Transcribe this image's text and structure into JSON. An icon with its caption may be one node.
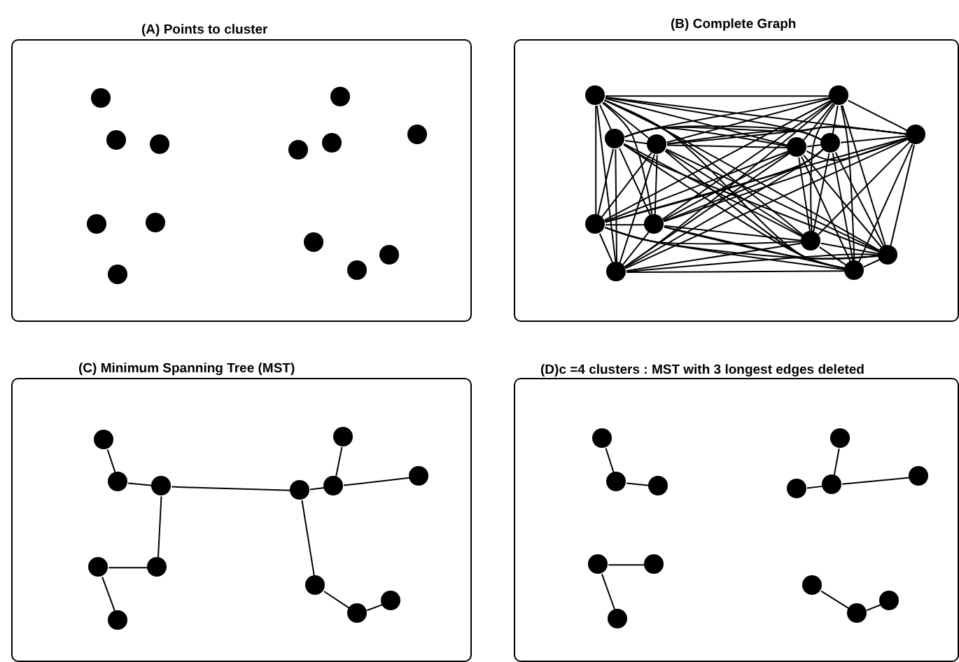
{
  "diagram": {
    "nodes": [
      {
        "text": [
          "(A) Points to cluster"
        ]
      },
      {
        "text": [],
        "shape": "circle",
        "in": 0
      },
      {
        "text": [],
        "shape": "circle",
        "in": 0
      },
      {
        "text": [],
        "shape": "circle",
        "in": 0
      },
      {
        "text": [],
        "shape": "circle",
        "in": 0
      },
      {
        "text": [],
        "shape": "circle",
        "in": 0
      },
      {
        "text": [],
        "shape": "circle",
        "in": 0
      },
      {
        "text": [],
        "shape": "circle",
        "in": 0
      },
      {
        "text": [],
        "shape": "circle",
        "in": 0
      },
      {
        "text": [],
        "shape": "circle",
        "in": 0
      },
      {
        "text": [],
        "shape": "circle",
        "in": 0
      },
      {
        "text": [],
        "shape": "circle",
        "in": 0
      },
      {
        "text": [],
        "shape": "circle",
        "in": 0
      },
      {
        "text": [],
        "shape": "circle",
        "in": 0
      },
      {
        "text": [
          "(B) Complete Graph"
        ]
      },
      {
        "text": [],
        "shape": "circle",
        "in": 14
      },
      {
        "text": [],
        "shape": "circle",
        "in": 14
      },
      {
        "text": [],
        "shape": "circle",
        "in": 14
      },
      {
        "text": [],
        "shape": "circle",
        "in": 14
      },
      {
        "text": [],
        "shape": "circle",
        "in": 14
      },
      {
        "text": [],
        "shape": "circle",
        "in": 14
      },
      {
        "text": [],
        "shape": "circle",
        "in": 14
      },
      {
        "text": [],
        "shape": "circle",
        "in": 14
      },
      {
        "text": [],
        "shape": "circle",
        "in": 14
      },
      {
        "text": [],
        "shape": "circle",
        "in": 14
      },
      {
        "text": [],
        "shape": "circle",
        "in": 14
      },
      {
        "text": [],
        "shape": "circle",
        "in": 14
      },
      {
        "text": [],
        "shape": "circle",
        "in": 14
      },
      {
        "text": [
          "(C) Minimum Spanning Tree (MST)"
        ]
      },
      {
        "text": [],
        "shape": "circle",
        "in": 28
      },
      {
        "text": [],
        "shape": "circle",
        "in": 28
      },
      {
        "text": [],
        "shape": "circle",
        "in": 28
      },
      {
        "text": [],
        "shape": "circle",
        "in": 28
      },
      {
        "text": [],
        "shape": "circle",
        "in": 28
      },
      {
        "text": [],
        "shape": "circle",
        "in": 28
      },
      {
        "text": [],
        "shape": "circle",
        "in": 28
      },
      {
        "text": [],
        "shape": "circle",
        "in": 28
      },
      {
        "text": [],
        "shape": "circle",
        "in": 28
      },
      {
        "text": [],
        "shape": "circle",
        "in": 28
      },
      {
        "text": [],
        "shape": "circle",
        "in": 28
      },
      {
        "text": [],
        "shape": "circle",
        "in": 28
      },
      {
        "text": [],
        "shape": "circle",
        "in": 28
      },
      {
        "text": [
          "(D)c =4 clusters : MST with 3 longest edges deleted"
        ]
      },
      {
        "text": [],
        "shape": "circle",
        "in": 42
      },
      {
        "text": [],
        "shape": "circle",
        "in": 42
      },
      {
        "text": [],
        "shape": "circle",
        "in": 42
      },
      {
        "text": [],
        "shape": "circle",
        "in": 42
      },
      {
        "text": [],
        "shape": "circle",
        "in": 42
      },
      {
        "text": [],
        "shape": "circle",
        "in": 42
      },
      {
        "text": [],
        "shape": "circle",
        "in": 42
      },
      {
        "text": [],
        "shape": "circle",
        "in": 42
      },
      {
        "text": [],
        "shape": "circle",
        "in": 42
      },
      {
        "text": [],
        "shape": "circle",
        "in": 42
      },
      {
        "text": [],
        "shape": "circle",
        "in": 42
      },
      {
        "text": [],
        "shape": "circle",
        "in": 42
      },
      {
        "text": [],
        "shape": "circle",
        "in": 42
      }
    ],
    "edges": [
      {
        "from": 15,
        "to": 16,
        "arrow": "none"
      },
      {
        "from": 15,
        "to": 17,
        "arrow": "none"
      },
      {
        "from": 15,
        "to": 18,
        "arrow": "none"
      },
      {
        "from": 15,
        "to": 19,
        "arrow": "none"
      },
      {
        "from": 15,
        "to": 20,
        "arrow": "none"
      },
      {
        "from": 15,
        "to": 21,
        "arrow": "none"
      },
      {
        "from": 15,
        "to": 22,
        "arrow": "none"
      },
      {
        "from": 15,
        "to": 23,
        "arrow": "none"
      },
      {
        "from": 15,
        "to": 24,
        "arrow": "none"
      },
      {
        "from": 15,
        "to": 25,
        "arrow": "none"
      },
      {
        "from": 15,
        "to": 26,
        "arrow": "none"
      },
      {
        "from": 15,
        "to": 27,
        "arrow": "none"
      },
      {
        "from": 16,
        "to": 17,
        "arrow": "none"
      },
      {
        "from": 16,
        "to": 18,
        "arrow": "none"
      },
      {
        "from": 16,
        "to": 19,
        "arrow": "none"
      },
      {
        "from": 16,
        "to": 20,
        "arrow": "none"
      },
      {
        "from": 16,
        "to": 21,
        "arrow": "none"
      },
      {
        "from": 16,
        "to": 22,
        "arrow": "none"
      },
      {
        "from": 16,
        "to": 23,
        "arrow": "none"
      },
      {
        "from": 16,
        "to": 24,
        "arrow": "none"
      },
      {
        "from": 16,
        "to": 25,
        "arrow": "none"
      },
      {
        "from": 16,
        "to": 26,
        "arrow": "none"
      },
      {
        "from": 16,
        "to": 27,
        "arrow": "none"
      },
      {
        "from": 17,
        "to": 18,
        "arrow": "none"
      },
      {
        "from": 17,
        "to": 19,
        "arrow": "none"
      },
      {
        "from": 17,
        "to": 20,
        "arrow": "none"
      },
      {
        "from": 17,
        "to": 21,
        "arrow": "none"
      },
      {
        "from": 17,
        "to": 22,
        "arrow": "none"
      },
      {
        "from": 17,
        "to": 23,
        "arrow": "none"
      },
      {
        "from": 17,
        "to": 24,
        "arrow": "none"
      },
      {
        "from": 17,
        "to": 25,
        "arrow": "none"
      },
      {
        "from": 17,
        "to": 26,
        "arrow": "none"
      },
      {
        "from": 17,
        "to": 27,
        "arrow": "none"
      },
      {
        "from": 18,
        "to": 19,
        "arrow": "none"
      },
      {
        "from": 18,
        "to": 20,
        "arrow": "none"
      },
      {
        "from": 18,
        "to": 21,
        "arrow": "none"
      },
      {
        "from": 18,
        "to": 22,
        "arrow": "none"
      },
      {
        "from": 18,
        "to": 23,
        "arrow": "none"
      },
      {
        "from": 18,
        "to": 24,
        "arrow": "none"
      },
      {
        "from": 18,
        "to": 25,
        "arrow": "none"
      },
      {
        "from": 18,
        "to": 26,
        "arrow": "none"
      },
      {
        "from": 18,
        "to": 27,
        "arrow": "none"
      },
      {
        "from": 19,
        "to": 20,
        "arrow": "none"
      },
      {
        "from": 19,
        "to": 21,
        "arrow": "none"
      },
      {
        "from": 19,
        "to": 22,
        "arrow": "none"
      },
      {
        "from": 19,
        "to": 23,
        "arrow": "none"
      },
      {
        "from": 19,
        "to": 24,
        "arrow": "none"
      },
      {
        "from": 19,
        "to": 25,
        "arrow": "none"
      },
      {
        "from": 19,
        "to": 26,
        "arrow": "none"
      },
      {
        "from": 19,
        "to": 27,
        "arrow": "none"
      },
      {
        "from": 20,
        "to": 21,
        "arrow": "none"
      },
      {
        "from": 20,
        "to": 22,
        "arrow": "none"
      },
      {
        "from": 20,
        "to": 23,
        "arrow": "none"
      },
      {
        "from": 20,
        "to": 24,
        "arrow": "none"
      },
      {
        "from": 20,
        "to": 25,
        "arrow": "none"
      },
      {
        "from": 20,
        "to": 26,
        "arrow": "none"
      },
      {
        "from": 20,
        "to": 27,
        "arrow": "none"
      },
      {
        "from": 21,
        "to": 22,
        "arrow": "none"
      },
      {
        "from": 21,
        "to": 23,
        "arrow": "none"
      },
      {
        "from": 21,
        "to": 24,
        "arrow": "none"
      },
      {
        "from": 21,
        "to": 25,
        "arrow": "none"
      },
      {
        "from": 21,
        "to": 26,
        "arrow": "none"
      },
      {
        "from": 21,
        "to": 27,
        "arrow": "none"
      },
      {
        "from": 22,
        "to": 23,
        "arrow": "none"
      },
      {
        "from": 22,
        "to": 24,
        "arrow": "none"
      },
      {
        "from": 22,
        "to": 25,
        "arrow": "none"
      },
      {
        "from": 22,
        "to": 26,
        "arrow": "none"
      },
      {
        "from": 22,
        "to": 27,
        "arrow": "none"
      },
      {
        "from": 23,
        "to": 24,
        "arrow": "none"
      },
      {
        "from": 23,
        "to": 25,
        "arrow": "none"
      },
      {
        "from": 23,
        "to": 26,
        "arrow": "none"
      },
      {
        "from": 23,
        "to": 27,
        "arrow": "none"
      },
      {
        "from": 24,
        "to": 25,
        "arrow": "none"
      },
      {
        "from": 24,
        "to": 26,
        "arrow": "none"
      },
      {
        "from": 24,
        "to": 27,
        "arrow": "none"
      },
      {
        "from": 25,
        "to": 26,
        "arrow": "none"
      },
      {
        "from": 25,
        "to": 27,
        "arrow": "none"
      },
      {
        "from": 26,
        "to": 27,
        "arrow": "none"
      },
      {
        "from": 29,
        "to": 30,
        "arrow": "none"
      },
      {
        "from": 30,
        "to": 31,
        "arrow": "none"
      },
      {
        "from": 31,
        "to": 33,
        "arrow": "none"
      },
      {
        "from": 33,
        "to": 32,
        "arrow": "none"
      },
      {
        "from": 32,
        "to": 34,
        "arrow": "none"
      },
      {
        "from": 31,
        "to": 36,
        "arrow": "none"
      },
      {
        "from": 36,
        "to": 37,
        "arrow": "none"
      },
      {
        "from": 37,
        "to": 35,
        "arrow": "none"
      },
      {
        "from": 37,
        "to": 38,
        "arrow": "none"
      },
      {
        "from": 36,
        "to": 39,
        "arrow": "none"
      },
      {
        "from": 39,
        "to": 40,
        "arrow": "none"
      },
      {
        "from": 40,
        "to": 41,
        "arrow": "none"
      },
      {
        "from": 43,
        "to": 44,
        "arrow": "none"
      },
      {
        "from": 44,
        "to": 45,
        "arrow": "none"
      },
      {
        "from": 46,
        "to": 47,
        "arrow": "none"
      },
      {
        "from": 46,
        "to": 48,
        "arrow": "none"
      },
      {
        "from": 50,
        "to": 51,
        "arrow": "none"
      },
      {
        "from": 51,
        "to": 49,
        "arrow": "none"
      },
      {
        "from": 51,
        "to": 52,
        "arrow": "none"
      },
      {
        "from": 53,
        "to": 54,
        "arrow": "none"
      },
      {
        "from": 54,
        "to": 55,
        "arrow": "none"
      }
    ]
  }
}
